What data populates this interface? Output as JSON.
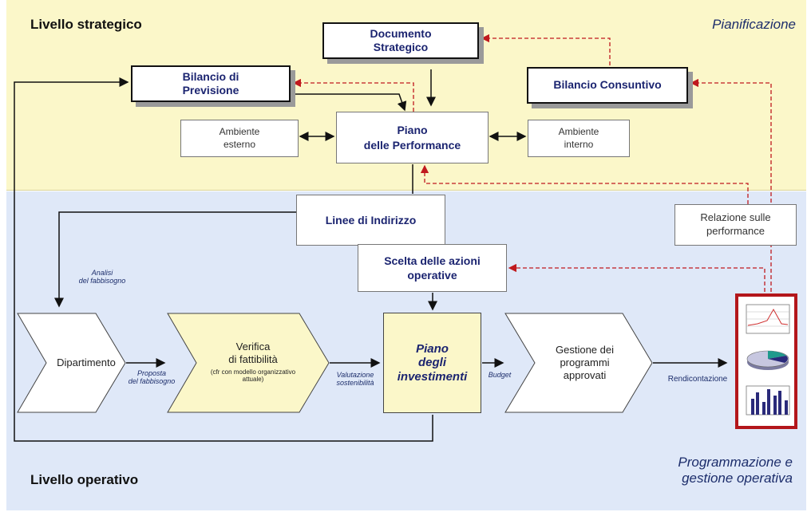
{
  "levels": {
    "strategic_title": "Livello strategico",
    "strategic_subtitle": "Pianificazione",
    "operative_title": "Livello operativo",
    "operative_subtitle_line1": "Programmazione e",
    "operative_subtitle_line2": "gestione operativa"
  },
  "boxes": {
    "documento_l1": "Documento",
    "documento_l2": "Strategico",
    "bilancio_prev_l1": "Bilancio di",
    "bilancio_prev_l2": "Previsione",
    "bilancio_cons": "Bilancio Consuntivo",
    "ambiente_esterno_l1": "Ambiente",
    "ambiente_esterno_l2": "esterno",
    "piano_perf_l1": "Piano",
    "piano_perf_l2": "delle Performance",
    "ambiente_interno_l1": "Ambiente",
    "ambiente_interno_l2": "interno",
    "linee": "Linee di Indirizzo",
    "relazione_l1": "Relazione sulle",
    "relazione_l2": "performance",
    "scelta_l1": "Scelta delle azioni",
    "scelta_l2": "operative",
    "piano_inv_l1": "Piano",
    "piano_inv_l2": "degli",
    "piano_inv_l3": "investimenti"
  },
  "process": {
    "dipartimento": "Dipartimento",
    "verifica_l1": "Verifica",
    "verifica_l2": "di fattibilità",
    "verifica_note_l1": "(cfr con modello organizzativo",
    "verifica_note_l2": "attuale)",
    "gestione_l1": "Gestione dei",
    "gestione_l2": "programmi",
    "gestione_l3": "approvati"
  },
  "flow_labels": {
    "analisi_l1": "Analisi",
    "analisi_l2": "del fabbisogno",
    "proposta_l1": "Proposta",
    "proposta_l2": "del fabbisogno",
    "valutazione_l1": "Valutazione",
    "valutazione_l2": "sostenibilità",
    "budget": "Budget",
    "rendicontazione": "Rendicontazione"
  },
  "colors": {
    "top_band": "#fbf7c9",
    "bottom_band": "#dfe8f8",
    "text_dark_blue": "#1b2470",
    "dashed_red": "#c0191e",
    "chevron_yellow": "#fbf7c9"
  }
}
